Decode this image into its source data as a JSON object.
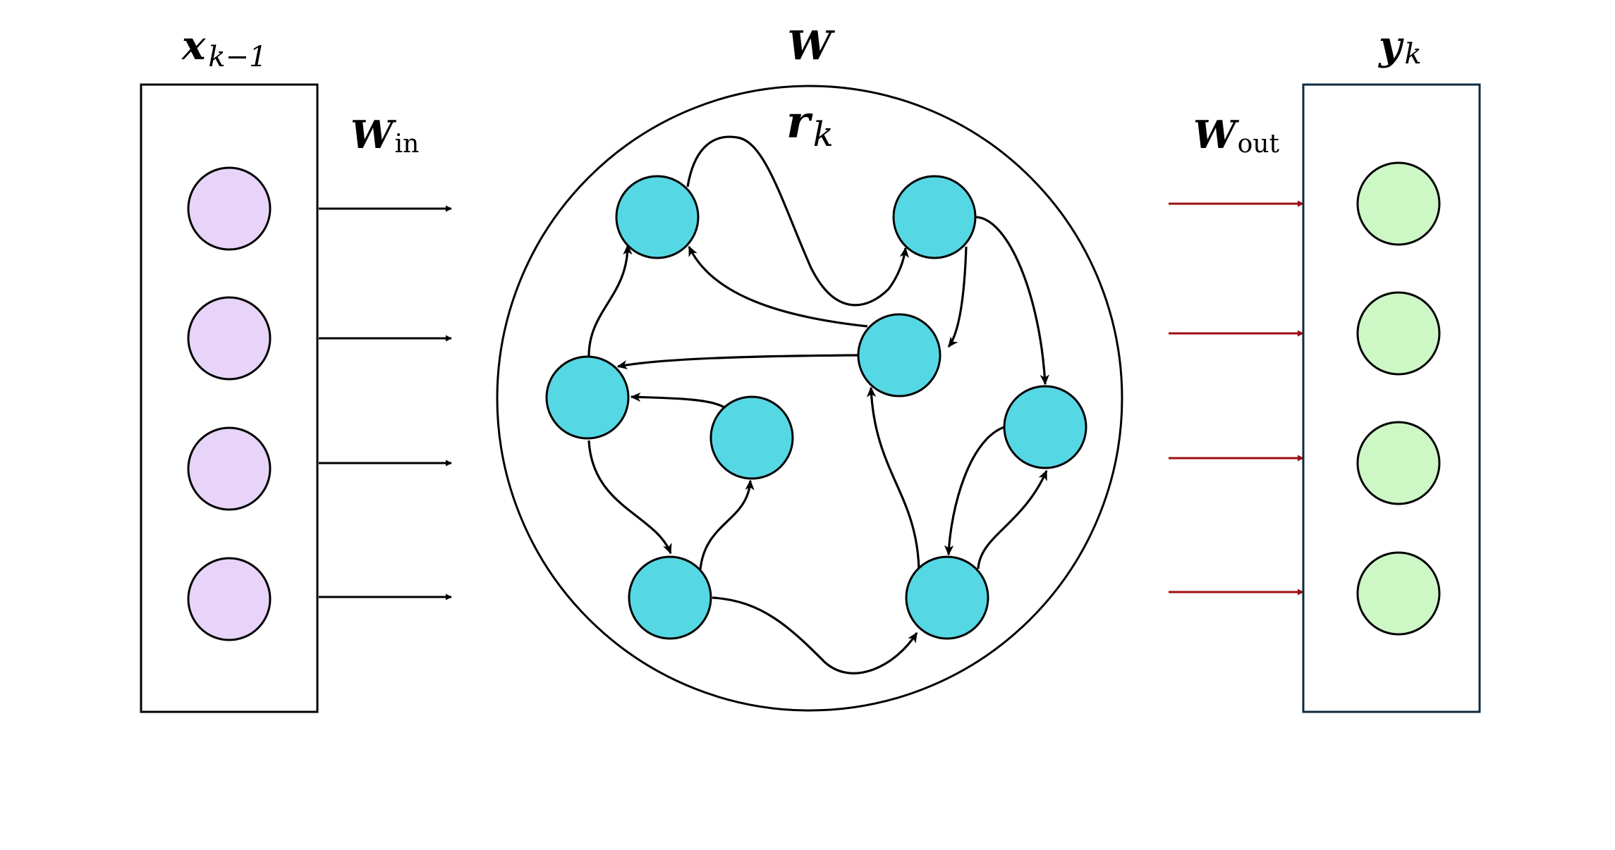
{
  "labels": {
    "input": {
      "main": "x",
      "sub": "k−1"
    },
    "reservoir": {
      "main": "W"
    },
    "state": {
      "main": "r",
      "sub": "k"
    },
    "input_weights": {
      "main": "W",
      "sub": "in"
    },
    "output_weights": {
      "main": "W",
      "sub": "out"
    },
    "output": {
      "main": "y",
      "sub": "k"
    }
  },
  "colors": {
    "input_node": "#e8d4f8",
    "reservoir_node": "#56d8e4",
    "output_node": "#cdf8c6",
    "input_arrow": "#000000",
    "output_arrow": "#9c0e0e",
    "output_box": "#0f2a3f",
    "stroke": "#000000"
  }
}
